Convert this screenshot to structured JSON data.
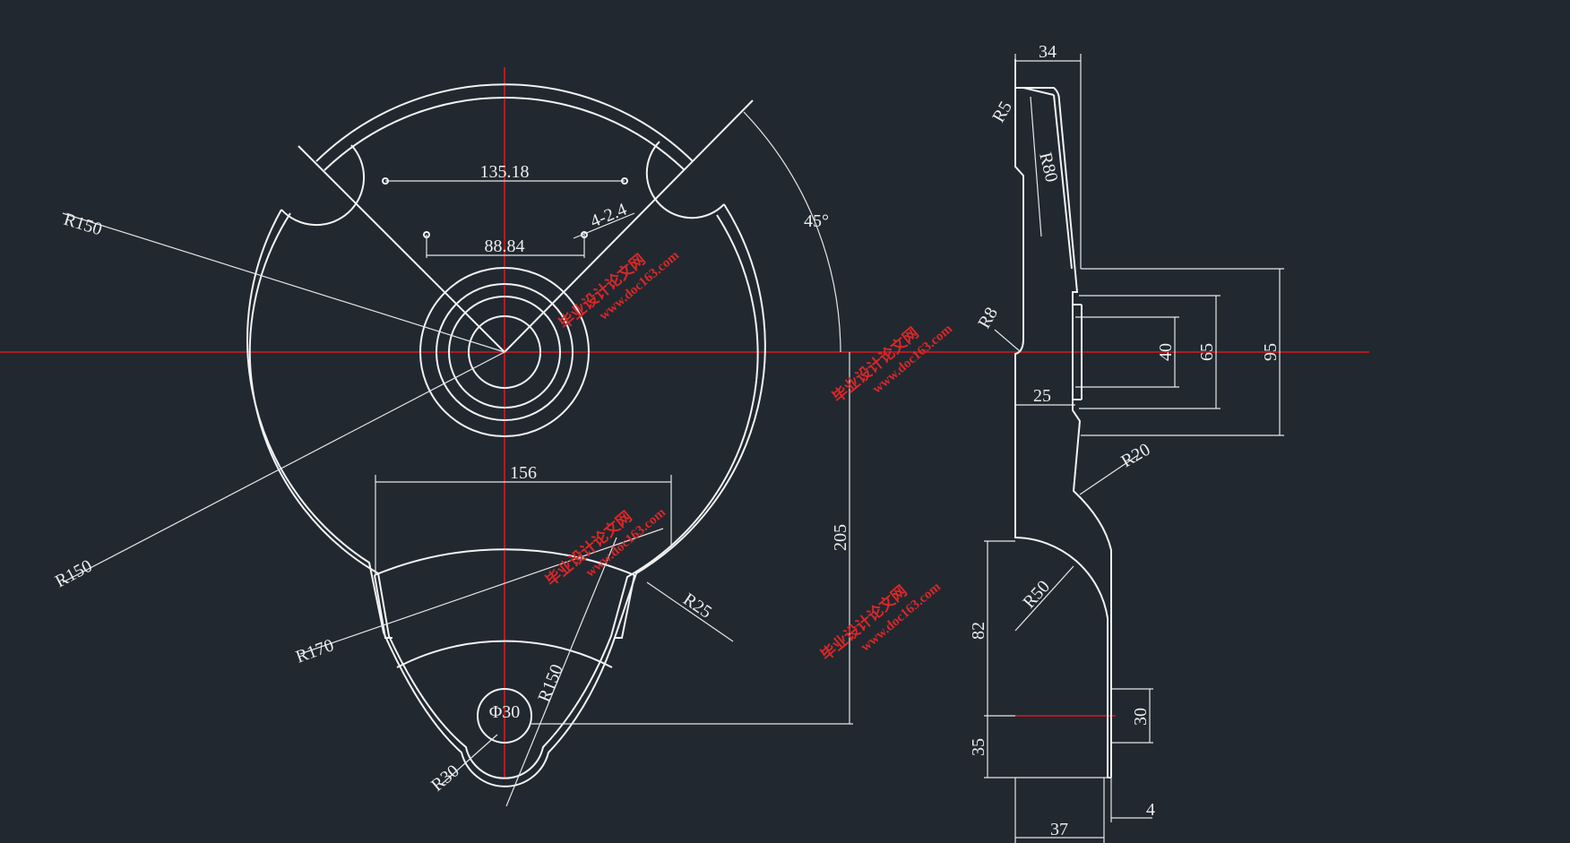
{
  "drawing": {
    "background": "#212830",
    "line_color": "#f2f2f2",
    "centerline_color": "#d9191f",
    "front_view": {
      "dimensions": {
        "d_13518": "135.18",
        "d_8884": "88.84",
        "d_holes": "4-2.4",
        "d_156": "156",
        "d_205": "205",
        "d_45": "45°",
        "r150_top": "R150",
        "r150_left": "R150",
        "r170": "R170",
        "r25": "R25",
        "r150_bottom": "R150",
        "r30": "R30",
        "phi30": "Φ30"
      }
    },
    "side_view": {
      "dimensions": {
        "d_34": "34",
        "r5": "R5",
        "r80": "R80",
        "r8": "R8",
        "d_25": "25",
        "d_40": "40",
        "d_65": "65",
        "d_95": "95",
        "r20": "R20",
        "r50": "R50",
        "d_82": "82",
        "d_35": "35",
        "d_30": "30",
        "d_37": "37",
        "d_4": "4"
      }
    },
    "watermark": {
      "title": "毕业设计论文网",
      "url": "www.doc163.com"
    }
  }
}
